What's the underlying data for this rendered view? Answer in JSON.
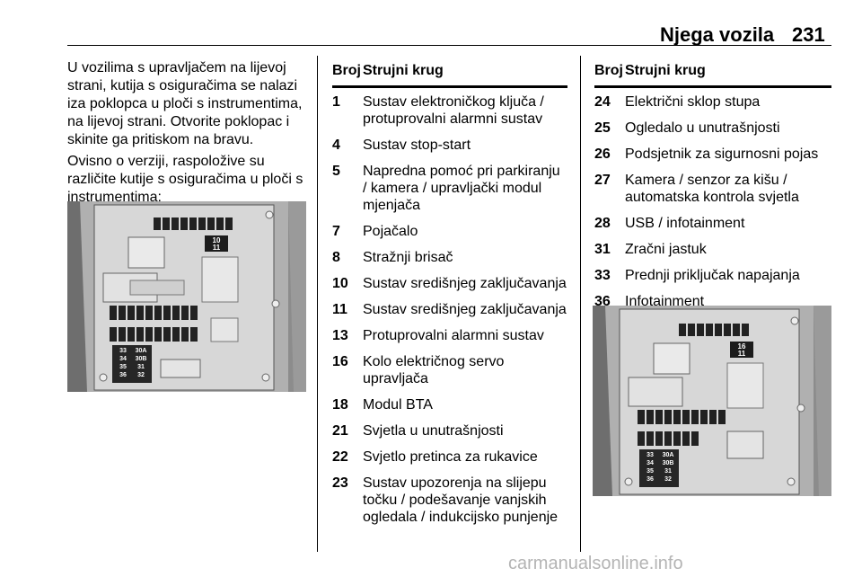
{
  "header": {
    "title": "Njega vozila",
    "page_number": "231"
  },
  "intro": {
    "paragraphs": [
      "U vozilima s upravljačem na lijevoj strani, kutija s osiguračima se nalazi iza poklopca u ploči s instrumentima, na lijevoj strani. Otvorite poklopac i skinite ga pritiskom na bravu.",
      "Ovisno o verziji, raspoložive su različite kutije s osiguračima u ploči s instrumentima:"
    ]
  },
  "fuse_labels": {
    "top_right": [
      "10",
      "11"
    ],
    "left_grid": [
      "33",
      "30A",
      "34",
      "30B",
      "35",
      "31",
      "36",
      "32"
    ],
    "second_image_top_right": [
      "16",
      "11"
    ]
  },
  "table1": {
    "headers": {
      "num": "Broj",
      "circuit": "Strujni krug"
    },
    "rows": [
      {
        "num": "1",
        "text": "Sustav elektroničkog ključa / protuprovalni alarmni sustav"
      },
      {
        "num": "4",
        "text": "Sustav stop-start"
      },
      {
        "num": "5",
        "text": "Napredna pomoć pri parkiranju / kamera / upravljački modul mjenjača"
      },
      {
        "num": "7",
        "text": "Pojačalo"
      },
      {
        "num": "8",
        "text": "Stražnji brisač"
      },
      {
        "num": "10",
        "text": "Sustav središnjeg zaključavanja"
      },
      {
        "num": "11",
        "text": "Sustav središnjeg zaključavanja"
      },
      {
        "num": "13",
        "text": "Protuprovalni alarmni sustav"
      },
      {
        "num": "16",
        "text": "Kolo električnog servo upravljača"
      },
      {
        "num": "18",
        "text": "Modul BTA"
      },
      {
        "num": "21",
        "text": "Svjetla u unutrašnjosti"
      },
      {
        "num": "22",
        "text": "Svjetlo pretinca za rukavice"
      },
      {
        "num": "23",
        "text": "Sustav upozorenja na slijepu točku / podešavanje vanjskih ogledala / indukcijsko punjenje"
      }
    ]
  },
  "table2": {
    "headers": {
      "num": "Broj",
      "circuit": "Strujni krug"
    },
    "rows": [
      {
        "num": "24",
        "text": "Električni sklop stupa"
      },
      {
        "num": "25",
        "text": "Ogledalo u unutrašnjosti"
      },
      {
        "num": "26",
        "text": "Podsjetnik za sigurnosni pojas"
      },
      {
        "num": "27",
        "text": "Kamera / senzor za kišu / automatska kontrola svjetla"
      },
      {
        "num": "28",
        "text": "USB / infotainment"
      },
      {
        "num": "31",
        "text": "Zračni jastuk"
      },
      {
        "num": "33",
        "text": "Prednji priključak napajanja"
      },
      {
        "num": "36",
        "text": "Infotainment"
      }
    ]
  },
  "footer": {
    "watermark": "carmanualsonline.info"
  }
}
